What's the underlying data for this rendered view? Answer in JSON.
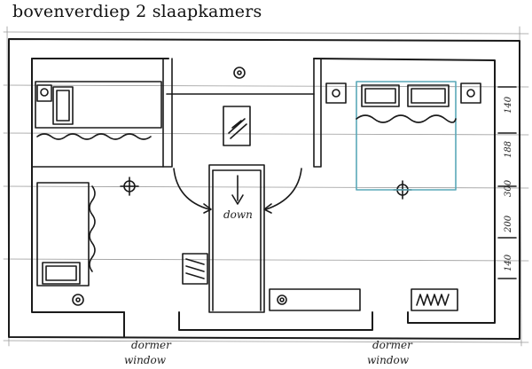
{
  "title": "bovenverdiep 2 slaapkamers",
  "labels": {
    "stairs": "down",
    "window_left_1": "dormer",
    "window_left_2": "window",
    "window_right_1": "dormer",
    "window_right_2": "window"
  },
  "dimensions": [
    "140",
    "188",
    "300",
    "200",
    "140"
  ],
  "colors": {
    "ink": "#1a1a1a",
    "bed_outline": "#5aa8b8",
    "background": "#ffffff"
  }
}
